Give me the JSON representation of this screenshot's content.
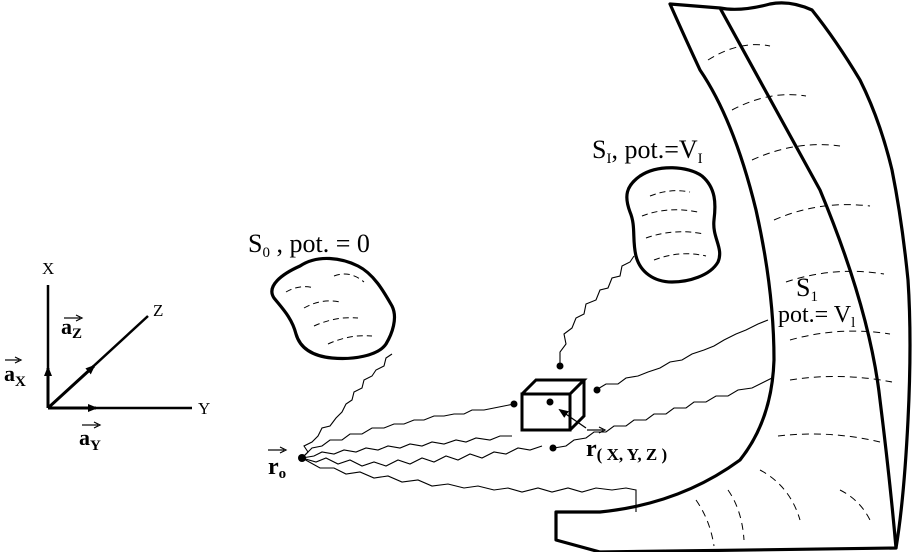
{
  "axes": {
    "x_label": "X",
    "y_label": "Y",
    "z_label": "Z",
    "unit_x": "a",
    "unit_x_sub": "X",
    "unit_y": "a",
    "unit_y_sub": "Y",
    "unit_z": "a",
    "unit_z_sub": "Z"
  },
  "surfaces": {
    "s0": {
      "name": "S",
      "sub": "0",
      "label": " , pot. = 0"
    },
    "si": {
      "name": "S",
      "sub": "I",
      "label": ", pot.=V",
      "label_sub": "I"
    },
    "s1": {
      "name": "S",
      "sub": "1",
      "label": "pot.= V",
      "label_sub": "l"
    }
  },
  "points": {
    "r0": {
      "symbol": "r",
      "sub": "o"
    },
    "r": {
      "symbol": "r",
      "args": "( X, Y, Z )"
    }
  },
  "colors": {
    "ink": "#000000",
    "background": "#ffffff"
  }
}
